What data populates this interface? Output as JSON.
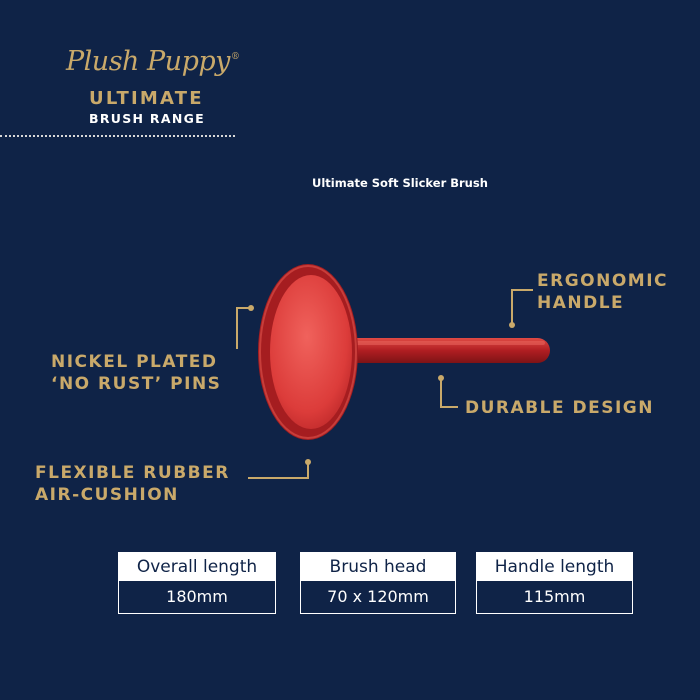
{
  "brand": {
    "name": "Plush Puppy",
    "range_title": "ULTIMATE",
    "range_sub": "BRUSH RANGE"
  },
  "product": {
    "name": "Ultimate Soft Slicker Brush"
  },
  "callouts": {
    "ergonomic": [
      "ERGONOMIC",
      "HANDLE"
    ],
    "durable": "DURABLE DESIGN",
    "nickel": [
      "NICKEL PLATED",
      "‘NO RUST’ PINS"
    ],
    "flexible": [
      "FLEXIBLE RUBBER",
      "AIR-CUSHION"
    ]
  },
  "specs": [
    {
      "label": "Overall length",
      "value": "180mm"
    },
    {
      "label": "Brush head",
      "value": "70 x 120mm"
    },
    {
      "label": "Handle length",
      "value": "115mm"
    }
  ],
  "colors": {
    "background": "#0f2347",
    "gold": "#c9a96a",
    "brush_red": "#c82a2c",
    "white": "#ffffff"
  }
}
